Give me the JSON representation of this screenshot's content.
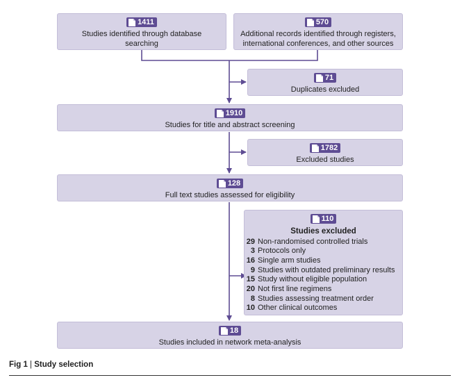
{
  "nodes": {
    "database": {
      "count": "1411",
      "label": "Studies identified through database searching"
    },
    "additional": {
      "count": "570",
      "label": "Additional records identified through registers, international conferences, and other sources"
    },
    "duplicates": {
      "count": "71",
      "label": "Duplicates excluded"
    },
    "screening": {
      "count": "1910",
      "label": "Studies for title and abstract screening"
    },
    "excluded_screen": {
      "count": "1782",
      "label": "Excluded studies"
    },
    "fulltext": {
      "count": "128",
      "label": "Full text studies assessed for eligibility"
    },
    "excluded_fulltext": {
      "count": "110",
      "title": "Studies excluded",
      "reasons": [
        {
          "n": "29",
          "text": "Non-randomised controlled trials"
        },
        {
          "n": "3",
          "text": "Protocols only"
        },
        {
          "n": "16",
          "text": "Single arm studies"
        },
        {
          "n": "9",
          "text": "Studies with outdated preliminary results"
        },
        {
          "n": "15",
          "text": "Study without eligible population"
        },
        {
          "n": "20",
          "text": "Not first line regimens"
        },
        {
          "n": "8",
          "text": "Studies assessing treatment order"
        },
        {
          "n": "10",
          "text": "Other clinical outcomes"
        }
      ]
    },
    "included": {
      "count": "18",
      "label": "Studies included in network meta-analysis"
    }
  },
  "caption": {
    "figure": "Fig 1",
    "separator": " | ",
    "title": "Study selection"
  },
  "colors": {
    "box": "#d7d3e6",
    "badge": "#5e4c93",
    "line": "#5e4c93"
  }
}
